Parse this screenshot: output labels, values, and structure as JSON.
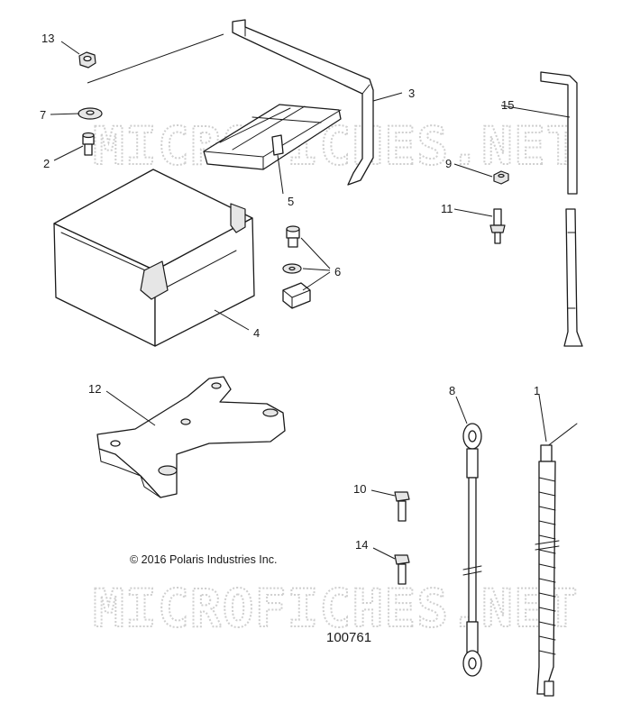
{
  "callouts": {
    "c1": "1",
    "c2": "2",
    "c3": "3",
    "c4": "4",
    "c5": "5",
    "c6": "6",
    "c7": "7",
    "c8": "8",
    "c9": "9",
    "c10": "10",
    "c11": "11",
    "c12": "12",
    "c13": "13",
    "c14": "14",
    "c15": "15"
  },
  "copyright": "© 2016 Polaris Industries Inc.",
  "diagram_number": "100761",
  "watermark": {
    "top": "MICROFICHES.NET",
    "bottom": "MICROFICHES.NET"
  }
}
